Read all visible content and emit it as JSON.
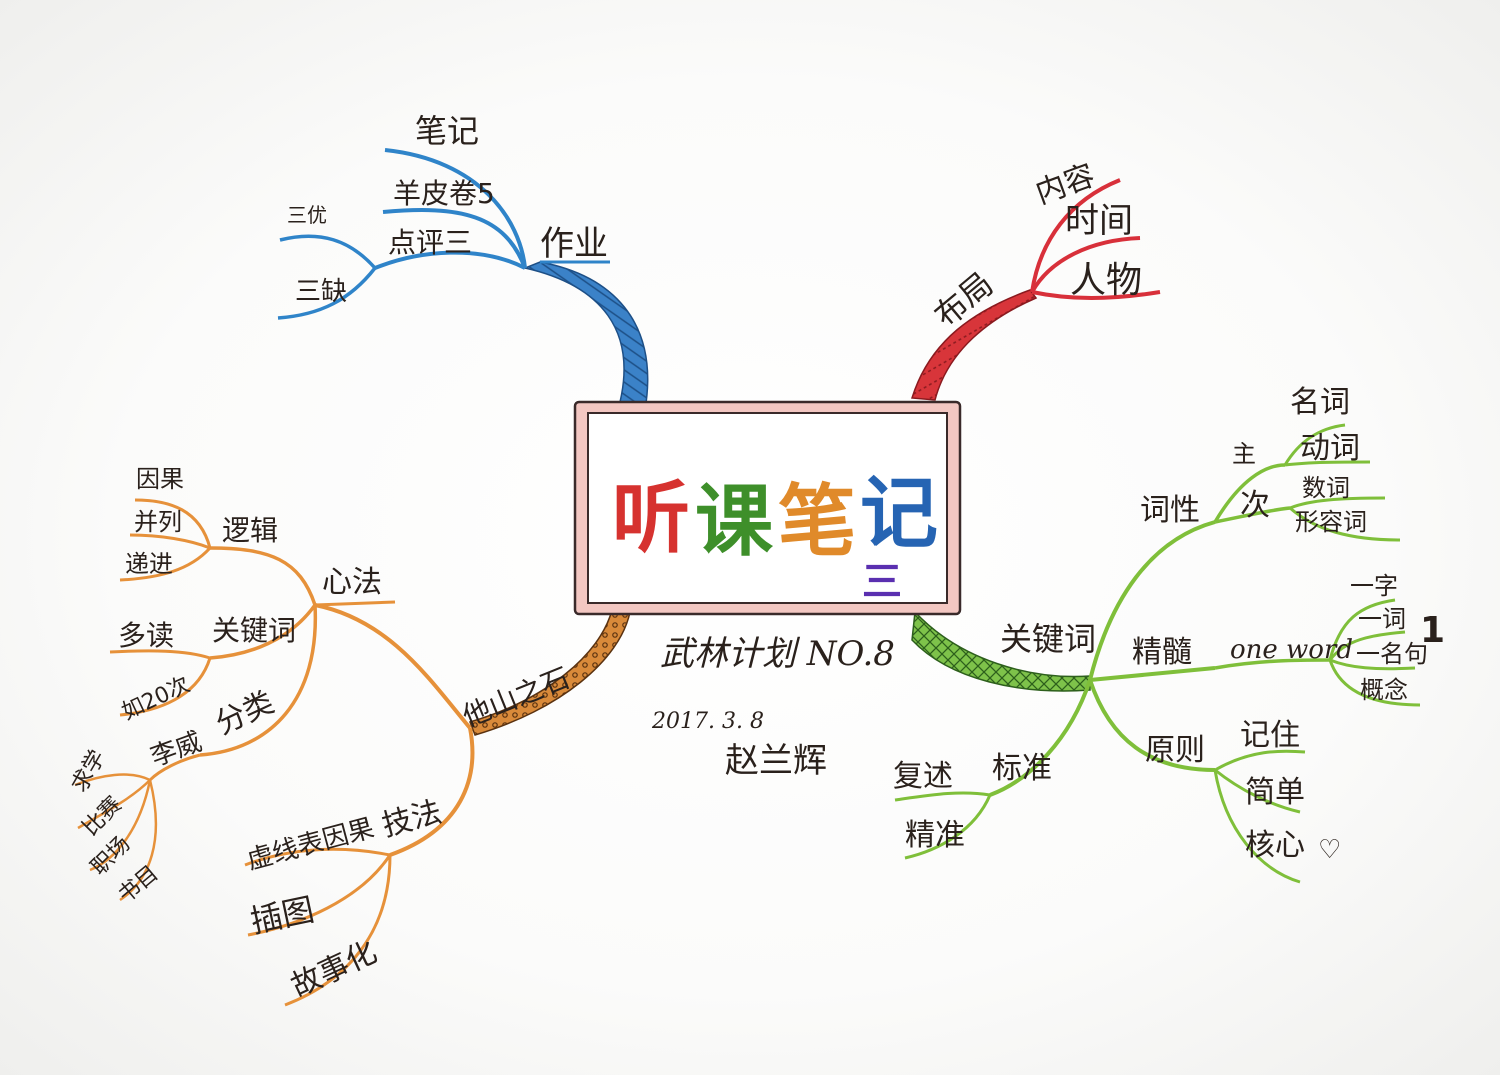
{
  "center": {
    "title_chars": [
      {
        "char": "听",
        "color": "#d6322f"
      },
      {
        "char": "课",
        "color": "#3e8f2a"
      },
      {
        "char": "笔",
        "color": "#e08a2a"
      },
      {
        "char": "记",
        "color": "#2664b3"
      }
    ],
    "sub": "三",
    "sub_color": "#5a2fb0",
    "box_border_color": "#d9857e"
  },
  "meta": {
    "program": "武林计划 NO.8",
    "date": "2017. 3. 8",
    "author": "赵兰辉"
  },
  "branches": {
    "homework": {
      "color": "#2f84c9",
      "label": "作业",
      "children": {
        "notes": "笔记",
        "sheepskin": "羊皮卷5",
        "comment": "点评三",
        "three_merits": "三优",
        "three_flaws": "三缺"
      }
    },
    "layout": {
      "color": "#d8303a",
      "label": "布局",
      "children": [
        "内容",
        "时间",
        "人物"
      ]
    },
    "keyword": {
      "color": "#7fbf3a",
      "label": "关键词",
      "word_class": {
        "label": "词性",
        "primary": {
          "label": "主",
          "items": [
            "名词",
            "动词"
          ]
        },
        "secondary": {
          "label": "次",
          "items": [
            "数词",
            "形容词"
          ]
        }
      },
      "essence": {
        "label": "精髓",
        "one_word": "one word",
        "items": [
          "一字",
          "一词",
          "一名句",
          "概念"
        ],
        "badge": "1",
        "badge_color": "#c2202a"
      },
      "principle": {
        "label": "原则",
        "items": [
          "记住",
          "简单",
          "核心"
        ],
        "heart": "♡",
        "heart_color": "#c2202a"
      },
      "standard": {
        "label": "标准",
        "items": [
          "复述",
          "精准"
        ]
      }
    },
    "other_stone": {
      "color": "#e6913a",
      "label": "他山之石",
      "mind": {
        "label": "心法",
        "logic": {
          "label": "逻辑",
          "items": [
            "因果",
            "并列",
            "递进"
          ]
        },
        "keyword": {
          "label": "关键词",
          "items": [
            "多读",
            "如20次"
          ]
        },
        "classify": {
          "label": "分类",
          "items": [
            "李威"
          ]
        },
        "liwei_items": [
          "求学",
          "比赛",
          "职场",
          "书目"
        ]
      },
      "technique": {
        "label": "技法",
        "items": [
          "虚线表因果",
          "插图",
          "故事化"
        ]
      }
    }
  }
}
